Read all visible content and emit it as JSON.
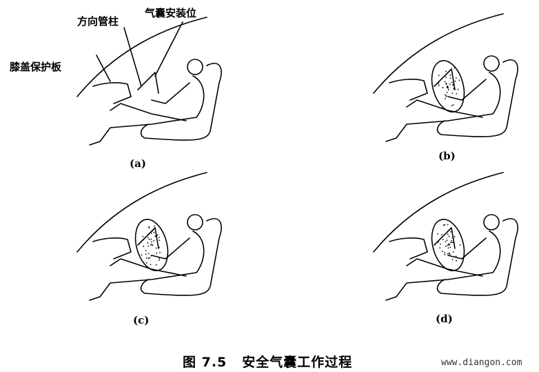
{
  "figure": {
    "labels": {
      "steering_column": "方向管柱",
      "airbag_mount": "气囊安装位",
      "knee_bolster": "膝盖保护板"
    },
    "panels": [
      {
        "id": "a",
        "label": "(a)",
        "airbag": false
      },
      {
        "id": "b",
        "label": "(b)",
        "airbag": true
      },
      {
        "id": "c",
        "label": "(c)",
        "airbag": true
      },
      {
        "id": "d",
        "label": "(d)",
        "airbag": true
      }
    ],
    "caption": {
      "number": "图 7.5",
      "title": "安全气囊工作过程"
    },
    "watermark": "www.diangon.com"
  }
}
